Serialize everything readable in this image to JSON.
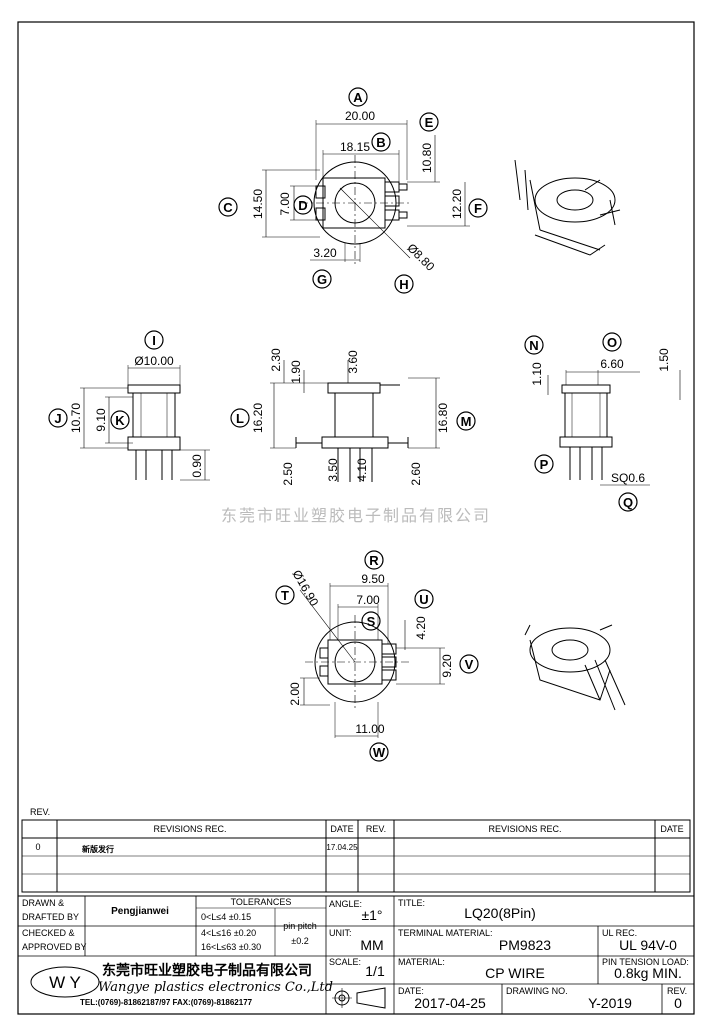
{
  "balloons": [
    "A",
    "B",
    "C",
    "D",
    "E",
    "F",
    "G",
    "H",
    "I",
    "J",
    "K",
    "L",
    "M",
    "N",
    "O",
    "P",
    "Q",
    "R",
    "S",
    "T",
    "U",
    "V",
    "W"
  ],
  "top_view": {
    "A": "20.00",
    "B": "18.15",
    "C": "14.50",
    "D": "7.00",
    "E": "10.80",
    "F": "12.20",
    "G": "3.20",
    "H": "Ø8.80"
  },
  "front_view": {
    "I": "Ø10.00",
    "J": "10.70",
    "K": "9.10",
    "pin_len": "0.90"
  },
  "side_view": {
    "top_a": "2.30",
    "top_b": "1.90",
    "top_c": "3.60",
    "L": "16.20",
    "M": "16.80",
    "b1": "2.50",
    "b2": "3.50",
    "b3": "4.10",
    "b4": "2.60"
  },
  "right_view": {
    "N": "1.10",
    "O": "6.60",
    "top_r": "1.50",
    "Q": "SQ0.6"
  },
  "bottom_view": {
    "T": "Ø16.90",
    "R": "9.50",
    "S": "7.00",
    "U": "4.20",
    "V": "9.20",
    "left": "2.00",
    "W": "11.00"
  },
  "watermark": "东莞市旺业塑胶电子制品有限公司",
  "revisions": {
    "rev_label": "REV.",
    "header_revisions": "REVISIONS   REC.",
    "header_date": "DATE",
    "header_rev": "REV.",
    "row_rev": "0",
    "row_text": "新版发行",
    "row_date": "17.04.25"
  },
  "title_block": {
    "drawn_by_label": "DRAWN &",
    "drafted_by_label": "DRAFTED BY",
    "checked_label": "CHECKED &",
    "approved_label": "APPROVED BY",
    "drafter": "Pengjianwei",
    "tolerances_label": "TOLERANCES",
    "tol_1": "0<L≤4    ±0.15",
    "tol_2": "4<L≤16  ±0.20",
    "tol_3": "16<L≤63 ±0.30",
    "pin_pitch_label": "pin pitch",
    "pin_pitch_value": "±0.2",
    "angle_label": "ANGLE:",
    "angle_value": "±1°",
    "unit_label": "UNIT:",
    "unit_value": "MM",
    "scale_label": "SCALE:",
    "scale_value": "1/1",
    "title_label": "TITLE:",
    "title_value": "LQ20(8Pin)",
    "terminal_label": "TERMINAL MATERIAL:",
    "terminal_value": "PM9823",
    "ul_label": "UL REC.",
    "ul_value": "UL 94V-0",
    "material_label": "MATERIAL:",
    "material_value": "CP WIRE",
    "pin_tension_label": "PIN TENSION LOAD:",
    "pin_tension_value": "0.8kg MIN.",
    "date_label": "DATE:",
    "date_value": "2017-04-25",
    "drawing_no_label": "DRAWING NO.",
    "drawing_no_value": "Y-2019",
    "rev_label": "REV.",
    "rev_value": "0",
    "logo_letters": "W Y",
    "company_cn": "东莞市旺业塑胶电子制品有限公司",
    "company_en": "Wangye plastics electronics Co.,Ltd",
    "contact": "TEL:(0769)-81862187/97  FAX:(0769)-81862177"
  }
}
